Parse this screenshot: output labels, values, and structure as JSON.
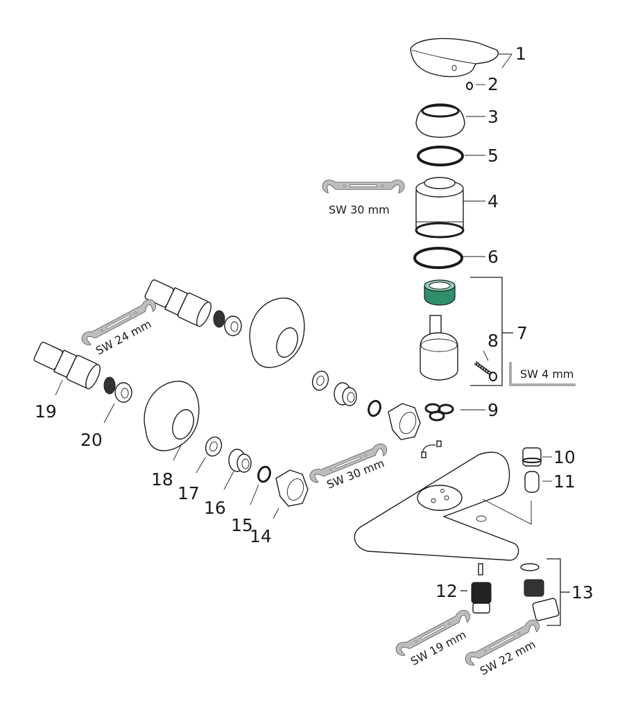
{
  "diagram": {
    "type": "exploded-parts-view",
    "accent_color": "#2f8f6a",
    "parts": [
      {
        "number": "1"
      },
      {
        "number": "2"
      },
      {
        "number": "3"
      },
      {
        "number": "4"
      },
      {
        "number": "5"
      },
      {
        "number": "6"
      },
      {
        "number": "7"
      },
      {
        "number": "8"
      },
      {
        "number": "9"
      },
      {
        "number": "10"
      },
      {
        "number": "11"
      },
      {
        "number": "12"
      },
      {
        "number": "13"
      },
      {
        "number": "14"
      },
      {
        "number": "15"
      },
      {
        "number": "16"
      },
      {
        "number": "17"
      },
      {
        "number": "18"
      },
      {
        "number": "19"
      },
      {
        "number": "20"
      }
    ],
    "tools": [
      {
        "kind": "wrench",
        "label": "SW 30 mm"
      },
      {
        "kind": "hex-key",
        "label": "SW 4 mm"
      },
      {
        "kind": "wrench",
        "label": "SW 24 mm"
      },
      {
        "kind": "wrench",
        "label": "SW 30 mm"
      },
      {
        "kind": "wrench",
        "label": "SW 19 mm"
      },
      {
        "kind": "wrench",
        "label": "SW 22 mm"
      }
    ]
  }
}
